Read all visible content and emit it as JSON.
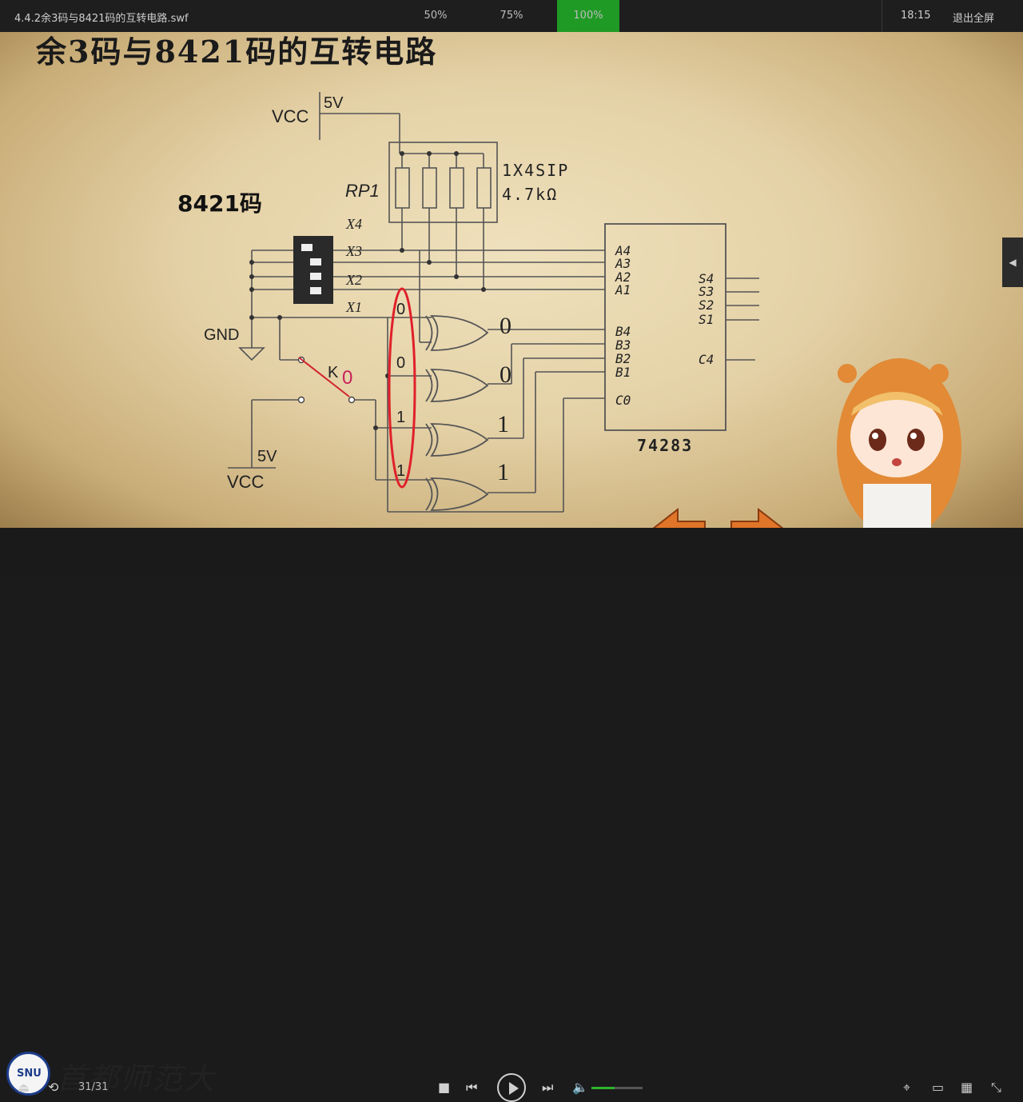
{
  "topbar": {
    "title": "4.4.2余3码与8421码的互转电路.swf",
    "zoom_50": "50%",
    "zoom_75": "75%",
    "zoom_100": "100%",
    "clock": "18:15",
    "exit": "退出全屏"
  },
  "slide": {
    "title": "余3码与8421码的互转电路",
    "code_label": "8421码",
    "vcc_top": "VCC",
    "v5_top": "5V",
    "rp1": "RP1",
    "sip": "1X4SIP",
    "res_value": "4.7kΩ",
    "x4": "X4",
    "x3": "X3",
    "x2": "X2",
    "x1": "X1",
    "gnd": "GND",
    "k": "K",
    "k_value": "0",
    "v5_bottom": "5V",
    "vcc_bottom": "VCC",
    "in_bits": [
      "0",
      "0",
      "1",
      "1"
    ],
    "out_bits": [
      "0",
      "0",
      "1",
      "1"
    ],
    "chip_a": [
      "A4",
      "A3",
      "A2",
      "A1"
    ],
    "chip_b": [
      "B4",
      "B3",
      "B2",
      "B1"
    ],
    "chip_c0": "C0",
    "chip_s": [
      "S4",
      "S3",
      "S2",
      "S1"
    ],
    "chip_c4": "C4",
    "chip_name": "74283"
  },
  "bottombar": {
    "page_count": "31/31",
    "logo_text": "SNU",
    "school": "首都师范大",
    "progress_fraction": 1.0,
    "volume_fraction": 0.45
  }
}
